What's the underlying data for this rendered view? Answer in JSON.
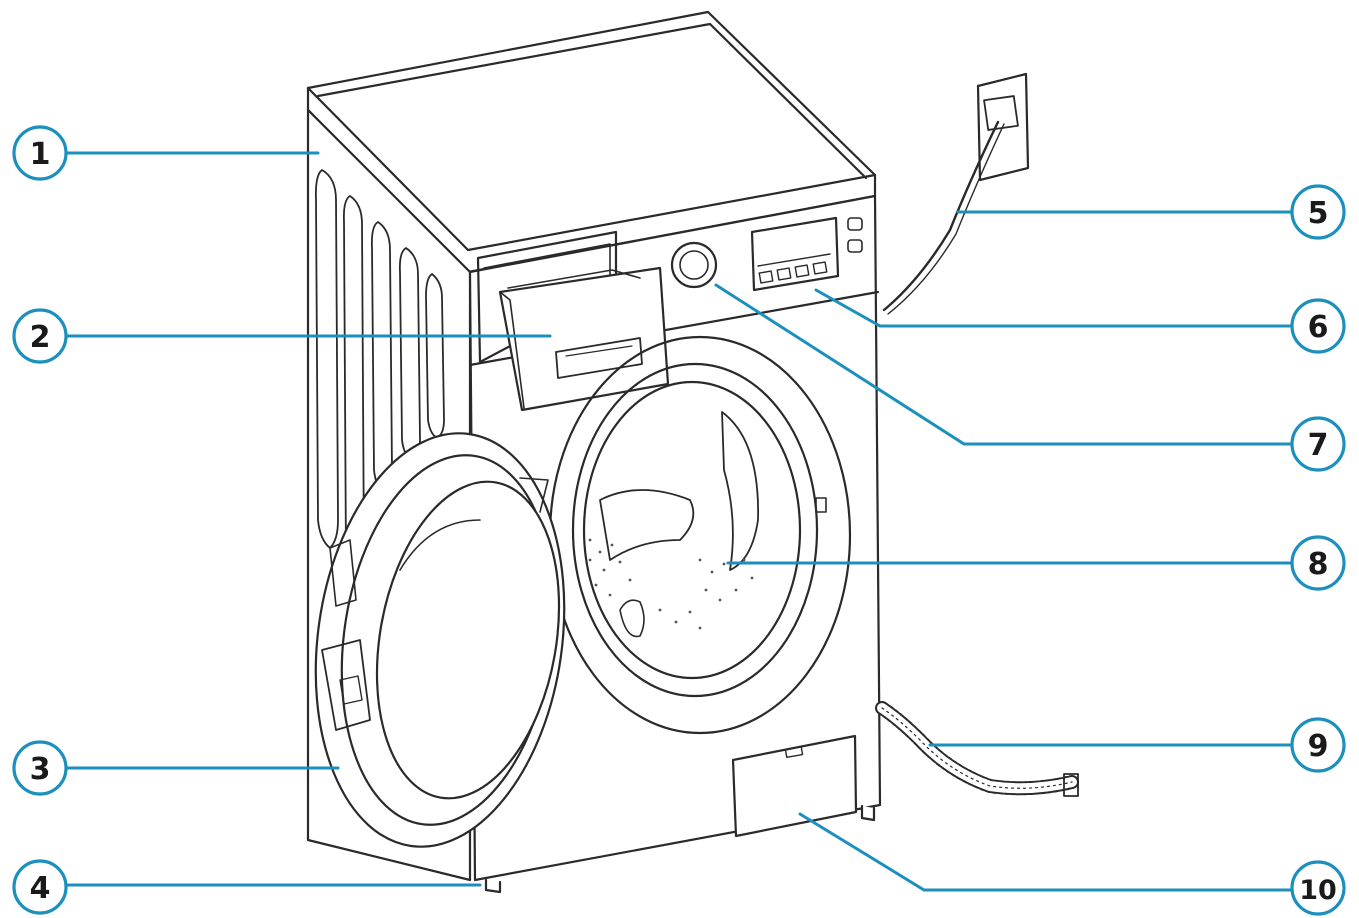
{
  "diagram": {
    "subject": "front-loading washing machine",
    "colors": {
      "leader": "#1b8fbd",
      "callout_ring": "#1b8fbd",
      "outline": "#2a2a2a",
      "background": "#ffffff"
    },
    "callouts": [
      {
        "id": "c1",
        "label": "1"
      },
      {
        "id": "c2",
        "label": "2"
      },
      {
        "id": "c3",
        "label": "3"
      },
      {
        "id": "c4",
        "label": "4"
      },
      {
        "id": "c5",
        "label": "5"
      },
      {
        "id": "c6",
        "label": "6"
      },
      {
        "id": "c7",
        "label": "7"
      },
      {
        "id": "c8",
        "label": "8"
      },
      {
        "id": "c9",
        "label": "9"
      },
      {
        "id": "c10",
        "label": "10"
      }
    ]
  }
}
